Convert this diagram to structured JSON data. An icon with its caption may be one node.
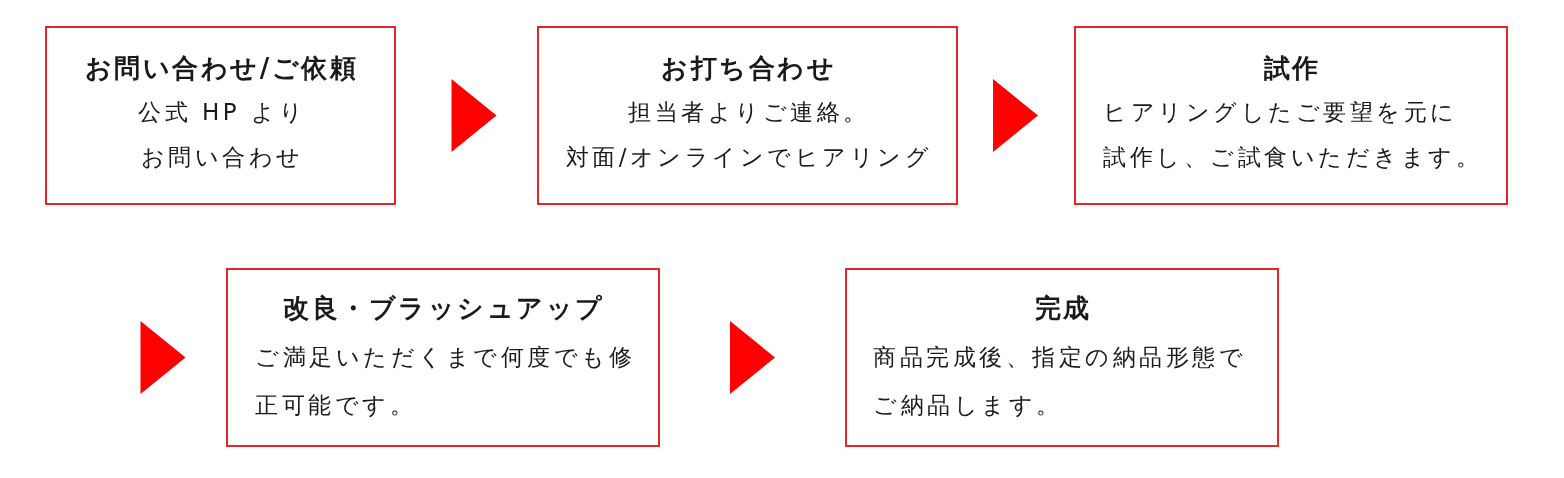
{
  "diagram": {
    "nodes": [
      {
        "text": [
          "お問い合わせ/ご依頼",
          "公式 HP よりお問い合わせ"
        ]
      },
      {
        "text": [
          "お打ち合わせ",
          "担当者よりご連絡。対面/オンラインでヒアリング"
        ]
      },
      {
        "text": [
          "試作",
          "ヒアリングしたご要望を元に試作し、ご試食いただきます。"
        ]
      },
      {
        "text": [
          "改良・ブラッシュアップ",
          "ご満足いただくまで何度でも修正可能です。"
        ]
      },
      {
        "text": [
          "完成",
          "商品完成後、指定の納品形態でご納品します。"
        ]
      }
    ],
    "edges": [
      {
        "from": 0,
        "to": 1,
        "arrow": "to"
      },
      {
        "from": 1,
        "to": 2,
        "arrow": "to"
      },
      {
        "from": null,
        "to": 3,
        "arrow": "to"
      },
      {
        "from": 3,
        "to": 4,
        "arrow": "to"
      }
    ]
  }
}
